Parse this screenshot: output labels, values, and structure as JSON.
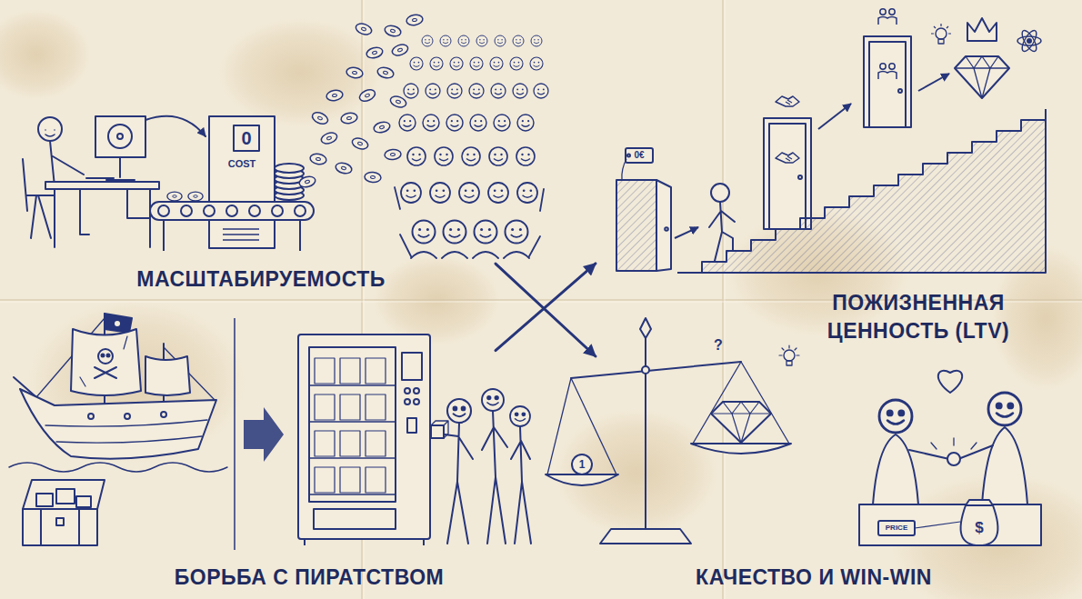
{
  "diagram": {
    "nodes": [
      {
        "text": [
          "МАСШТАБИРУЕМОСТЬ"
        ]
      },
      {
        "text": [
          "ПОЖИЗНЕННАЯ ЦЕННОСТЬ (LTV)"
        ]
      },
      {
        "text": [
          "БОРЬБА С ПИРАТСТВОМ"
        ]
      },
      {
        "text": [
          "КАЧЕСТВО И WIN-WIN"
        ]
      }
    ],
    "edges": [
      {
        "from": 0,
        "to": 3,
        "arrow": "to"
      },
      {
        "from": 2,
        "to": 1,
        "arrow": "to"
      }
    ],
    "labels": [
      "0",
      "COST",
      "0€",
      "1",
      "?",
      "PRICE",
      "$"
    ]
  }
}
